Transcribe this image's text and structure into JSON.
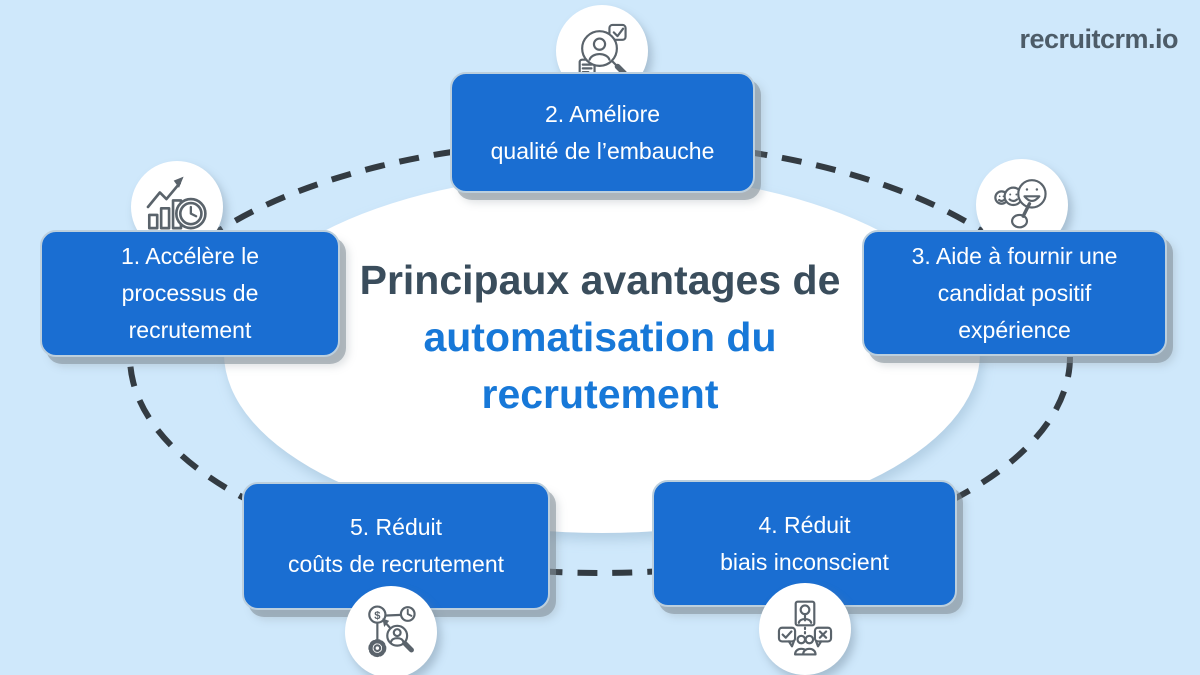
{
  "logo": {
    "text": "recruitcrm.io"
  },
  "title": {
    "line1": "Principaux avantages de",
    "line2": "automatisation du",
    "line3": "recrutement"
  },
  "benefits": [
    {
      "number": "1",
      "lines": [
        "1. Accélère le",
        "processus de",
        "recrutement"
      ],
      "icon": "growth-chart-clock-icon"
    },
    {
      "number": "2",
      "lines": [
        "2. Améliore",
        "qualité de l’embauche"
      ],
      "icon": "magnifier-candidate-icon"
    },
    {
      "number": "3",
      "lines": [
        "3. Aide à fournir une",
        "candidat positif",
        "expérience"
      ],
      "icon": "smiley-rating-icon"
    },
    {
      "number": "4",
      "lines": [
        "4. Réduit",
        "biais inconscient"
      ],
      "icon": "bias-review-icon"
    },
    {
      "number": "5",
      "lines": [
        "5. Réduit",
        "coûts de recrutement"
      ],
      "icon": "cost-network-icon"
    }
  ],
  "colors": {
    "background": "#cfe8fb",
    "box_blue": "#1a6ed2",
    "box_text": "#ffffff",
    "title_dark": "#3a4d5c",
    "title_accent": "#1778d8",
    "dashed_ring": "#333b42",
    "center_ellipse": "#ffffff",
    "logo_text": "#4d5c68",
    "icon_stroke": "#5a636b"
  }
}
